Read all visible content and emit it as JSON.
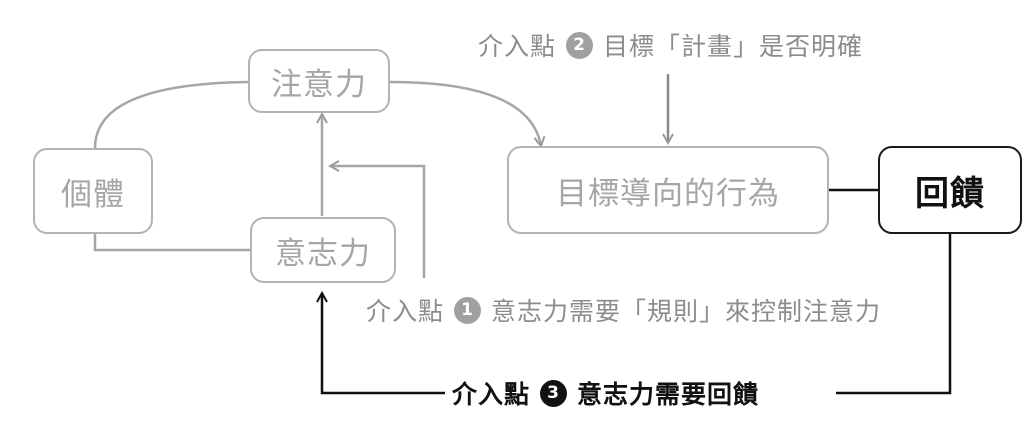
{
  "nodes": {
    "attention": "注意力",
    "individual": "個體",
    "willpower": "意志力",
    "goal_behavior": "目標導向的行為",
    "feedback": "回饋"
  },
  "interventions": [
    {
      "prefix": "介入點",
      "number": "1",
      "text": "意志力需要「規則」來控制注意力"
    },
    {
      "prefix": "介入點",
      "number": "2",
      "text": "目標「計畫」是否明確"
    },
    {
      "prefix": "介入點",
      "number": "3",
      "text": "意志力需要回饋"
    }
  ],
  "colors": {
    "inactive_border": "#b3b3b3",
    "inactive_text": "#a6a6a6",
    "label_gray": "#8c8c8c",
    "active": "#111111"
  }
}
